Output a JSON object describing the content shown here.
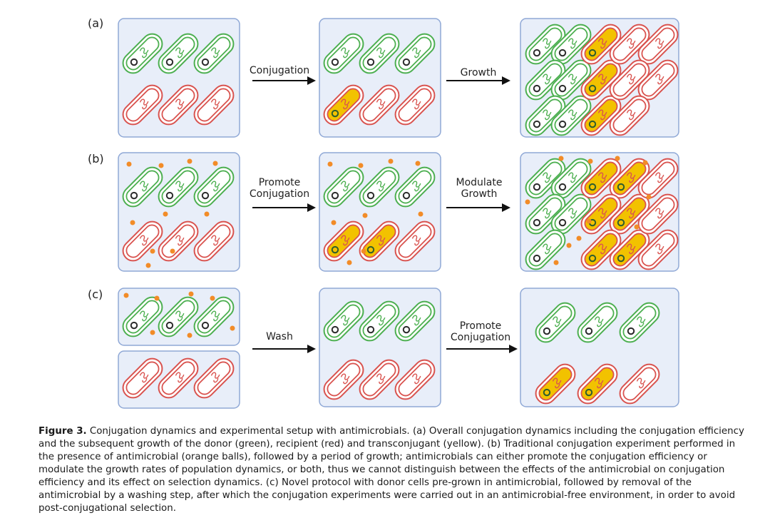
{
  "panels": [
    {
      "label": "(a)",
      "arrow1": [
        "Conjugation"
      ],
      "arrow2": [
        "Growth"
      ]
    },
    {
      "label": "(b)",
      "arrow1": [
        "Promote",
        "Conjugation"
      ],
      "arrow2": [
        "Modulate",
        "Growth"
      ]
    },
    {
      "label": "(c)",
      "arrow1": [
        "Wash"
      ],
      "arrow2": [
        "Promote",
        "Conjugation"
      ]
    }
  ],
  "caption": {
    "figure_label": "Figure 3.",
    "text": "Conjugation dynamics and experimental setup with antimicrobials. (a) Overall conjugation dynamics including the conjugation efficiency and the subsequent growth of the donor (green), recipient (red) and transconjugant (yellow). (b) Traditional conjugation experiment performed in the presence of antimicrobial (orange balls), followed by a period of growth; antimicrobials can either promote the conjugation efficiency or modulate the growth rates of population dynamics, or both, thus we cannot distinguish between the effects of the antimicrobial on conjugation efficiency and its effect on selection dynamics. (c) Novel protocol with donor cells pre-grown in antimicrobial, followed by removal of the antimicrobial by a washing step, after which the conjugation experiments were carried out in an antimicrobial-free environment, in order to avoid post-conjugational selection."
  },
  "colors": {
    "donor": "#4caf50",
    "recipient": "#d9534f",
    "transconjugant": "#f2c200",
    "antimicrobial": "#f28c28",
    "box_fill": "#e8eef9",
    "box_stroke": "#8fa8d6",
    "arrow": "#111111"
  }
}
